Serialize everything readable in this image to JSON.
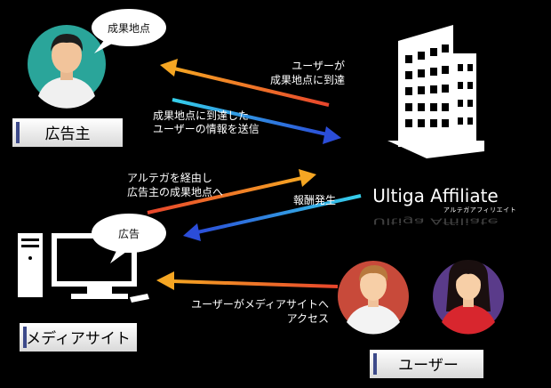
{
  "advertiser": {
    "label": "広告主",
    "bubble": "成果地点"
  },
  "media": {
    "label": "メディアサイト",
    "bubble": "広告"
  },
  "users": {
    "label": "ユーザー"
  },
  "logo": {
    "name": "Ultiga Affiliate",
    "kana": "アルテガアフィリエイト"
  },
  "arrows": {
    "user_reach": "ユーザーが\n成果地点に到達",
    "send_info": "成果地点に到達した\nユーザーの情報を送信",
    "via_altega": "アルテガを経由し\n広告主の成果地点へ",
    "reward": "報酬発生",
    "user_access": "ユーザーがメディアサイトへ\nアクセス"
  },
  "colors": {
    "background": "#000000",
    "orange": "#f5a623",
    "red": "#e8452c",
    "cyan": "#36d0ea",
    "blue": "#2b4dd8",
    "teal_circle": "#2aa59a",
    "red_circle": "#c84a3a",
    "purple_circle": "#5a3b8a"
  },
  "icons": [
    "advertiser-avatar-icon",
    "building-icon",
    "computer-icon",
    "user-male-icon",
    "user-female-icon"
  ]
}
